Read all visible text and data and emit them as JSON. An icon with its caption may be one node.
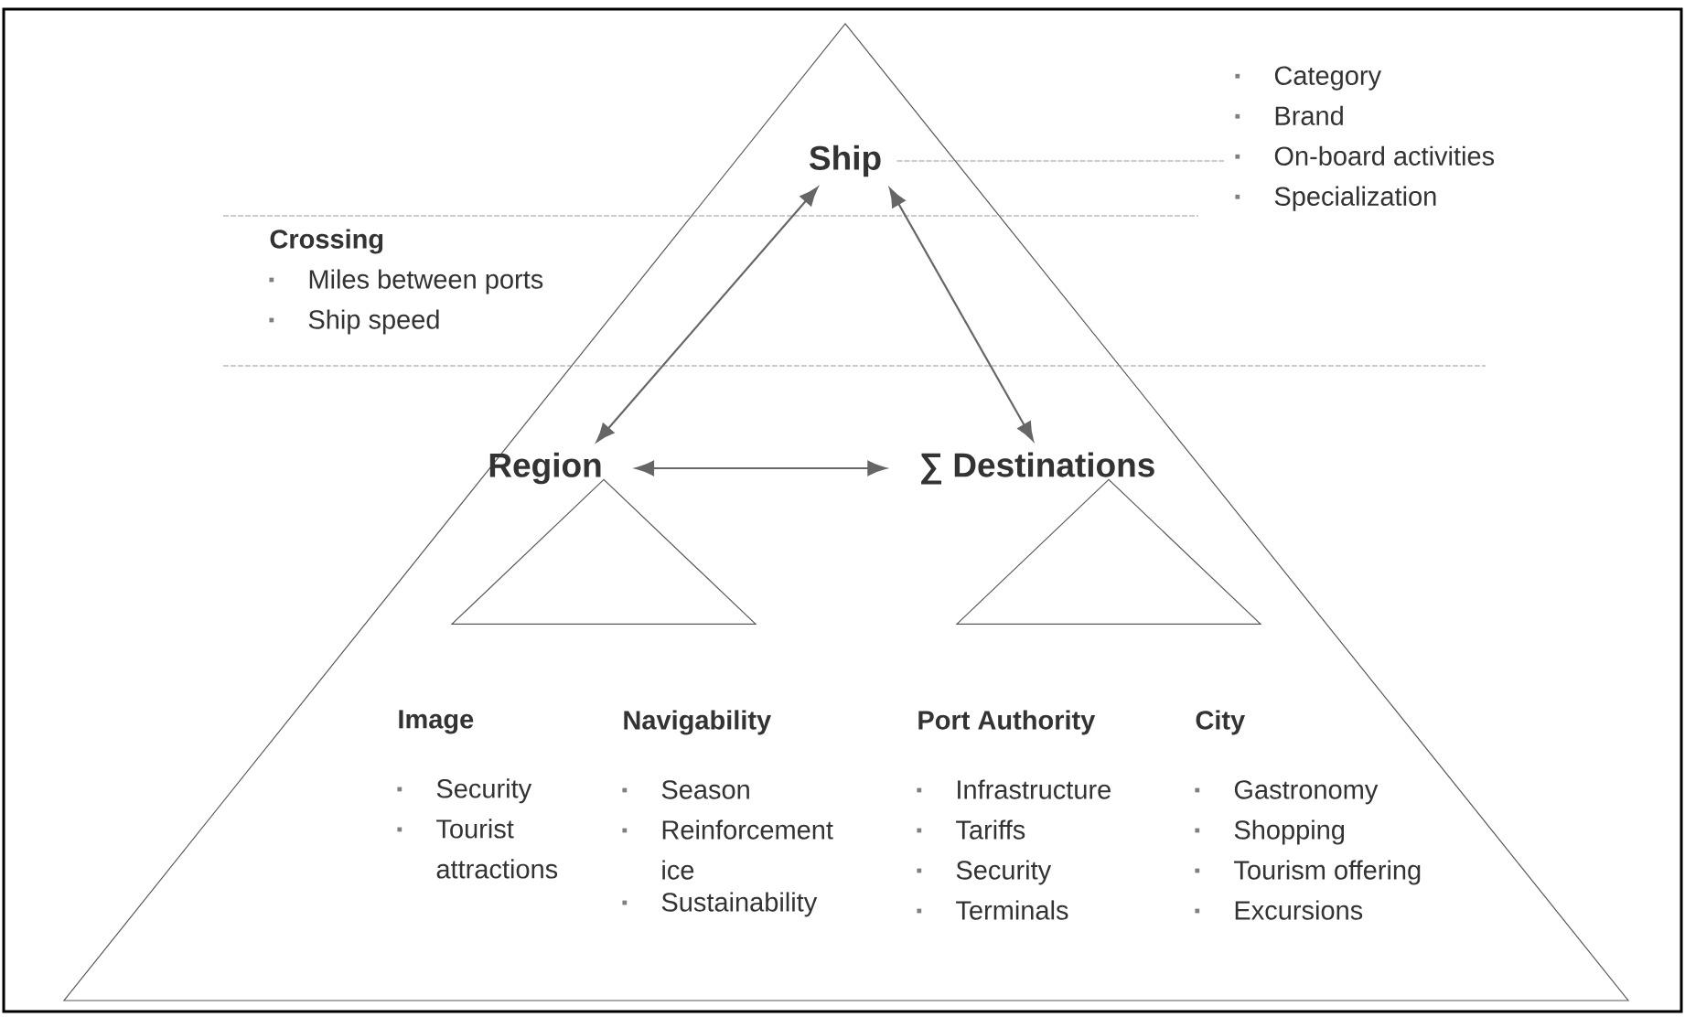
{
  "diagram": {
    "nodes": [
      {
        "text": [
          "Ship"
        ]
      },
      {
        "text": [
          "Region"
        ]
      },
      {
        "text": [
          "∑ Destinations"
        ]
      },
      {
        "text": [
          "Image",
          "Security",
          "Tourist attractions"
        ]
      },
      {
        "text": [
          "Navigability",
          "Season",
          "Reinforcement ice",
          "Sustainability"
        ]
      },
      {
        "text": [
          "Port Authority",
          "Infrastructure",
          "Tariffs",
          "Security",
          "Terminals"
        ]
      },
      {
        "text": [
          "City",
          "Gastronomy",
          "Shopping",
          "Tourism offering",
          "Excursions"
        ]
      },
      {
        "text": [
          "Category",
          "Brand",
          "On-board activities",
          "Specialization"
        ]
      },
      {
        "text": [],
        "shape": "triangle"
      },
      {
        "text": [],
        "shape": "triangle"
      }
    ],
    "edges": [
      {
        "from": 0,
        "to": 1,
        "arrow": "both"
      },
      {
        "from": 0,
        "to": 2,
        "arrow": "both"
      },
      {
        "from": 1,
        "to": 2,
        "arrow": "both"
      },
      {
        "from": 0,
        "to": 7,
        "arrow": "none",
        "style": "dashed"
      }
    ],
    "labels": [
      "Crossing",
      "Miles between ports",
      "Ship speed"
    ]
  }
}
